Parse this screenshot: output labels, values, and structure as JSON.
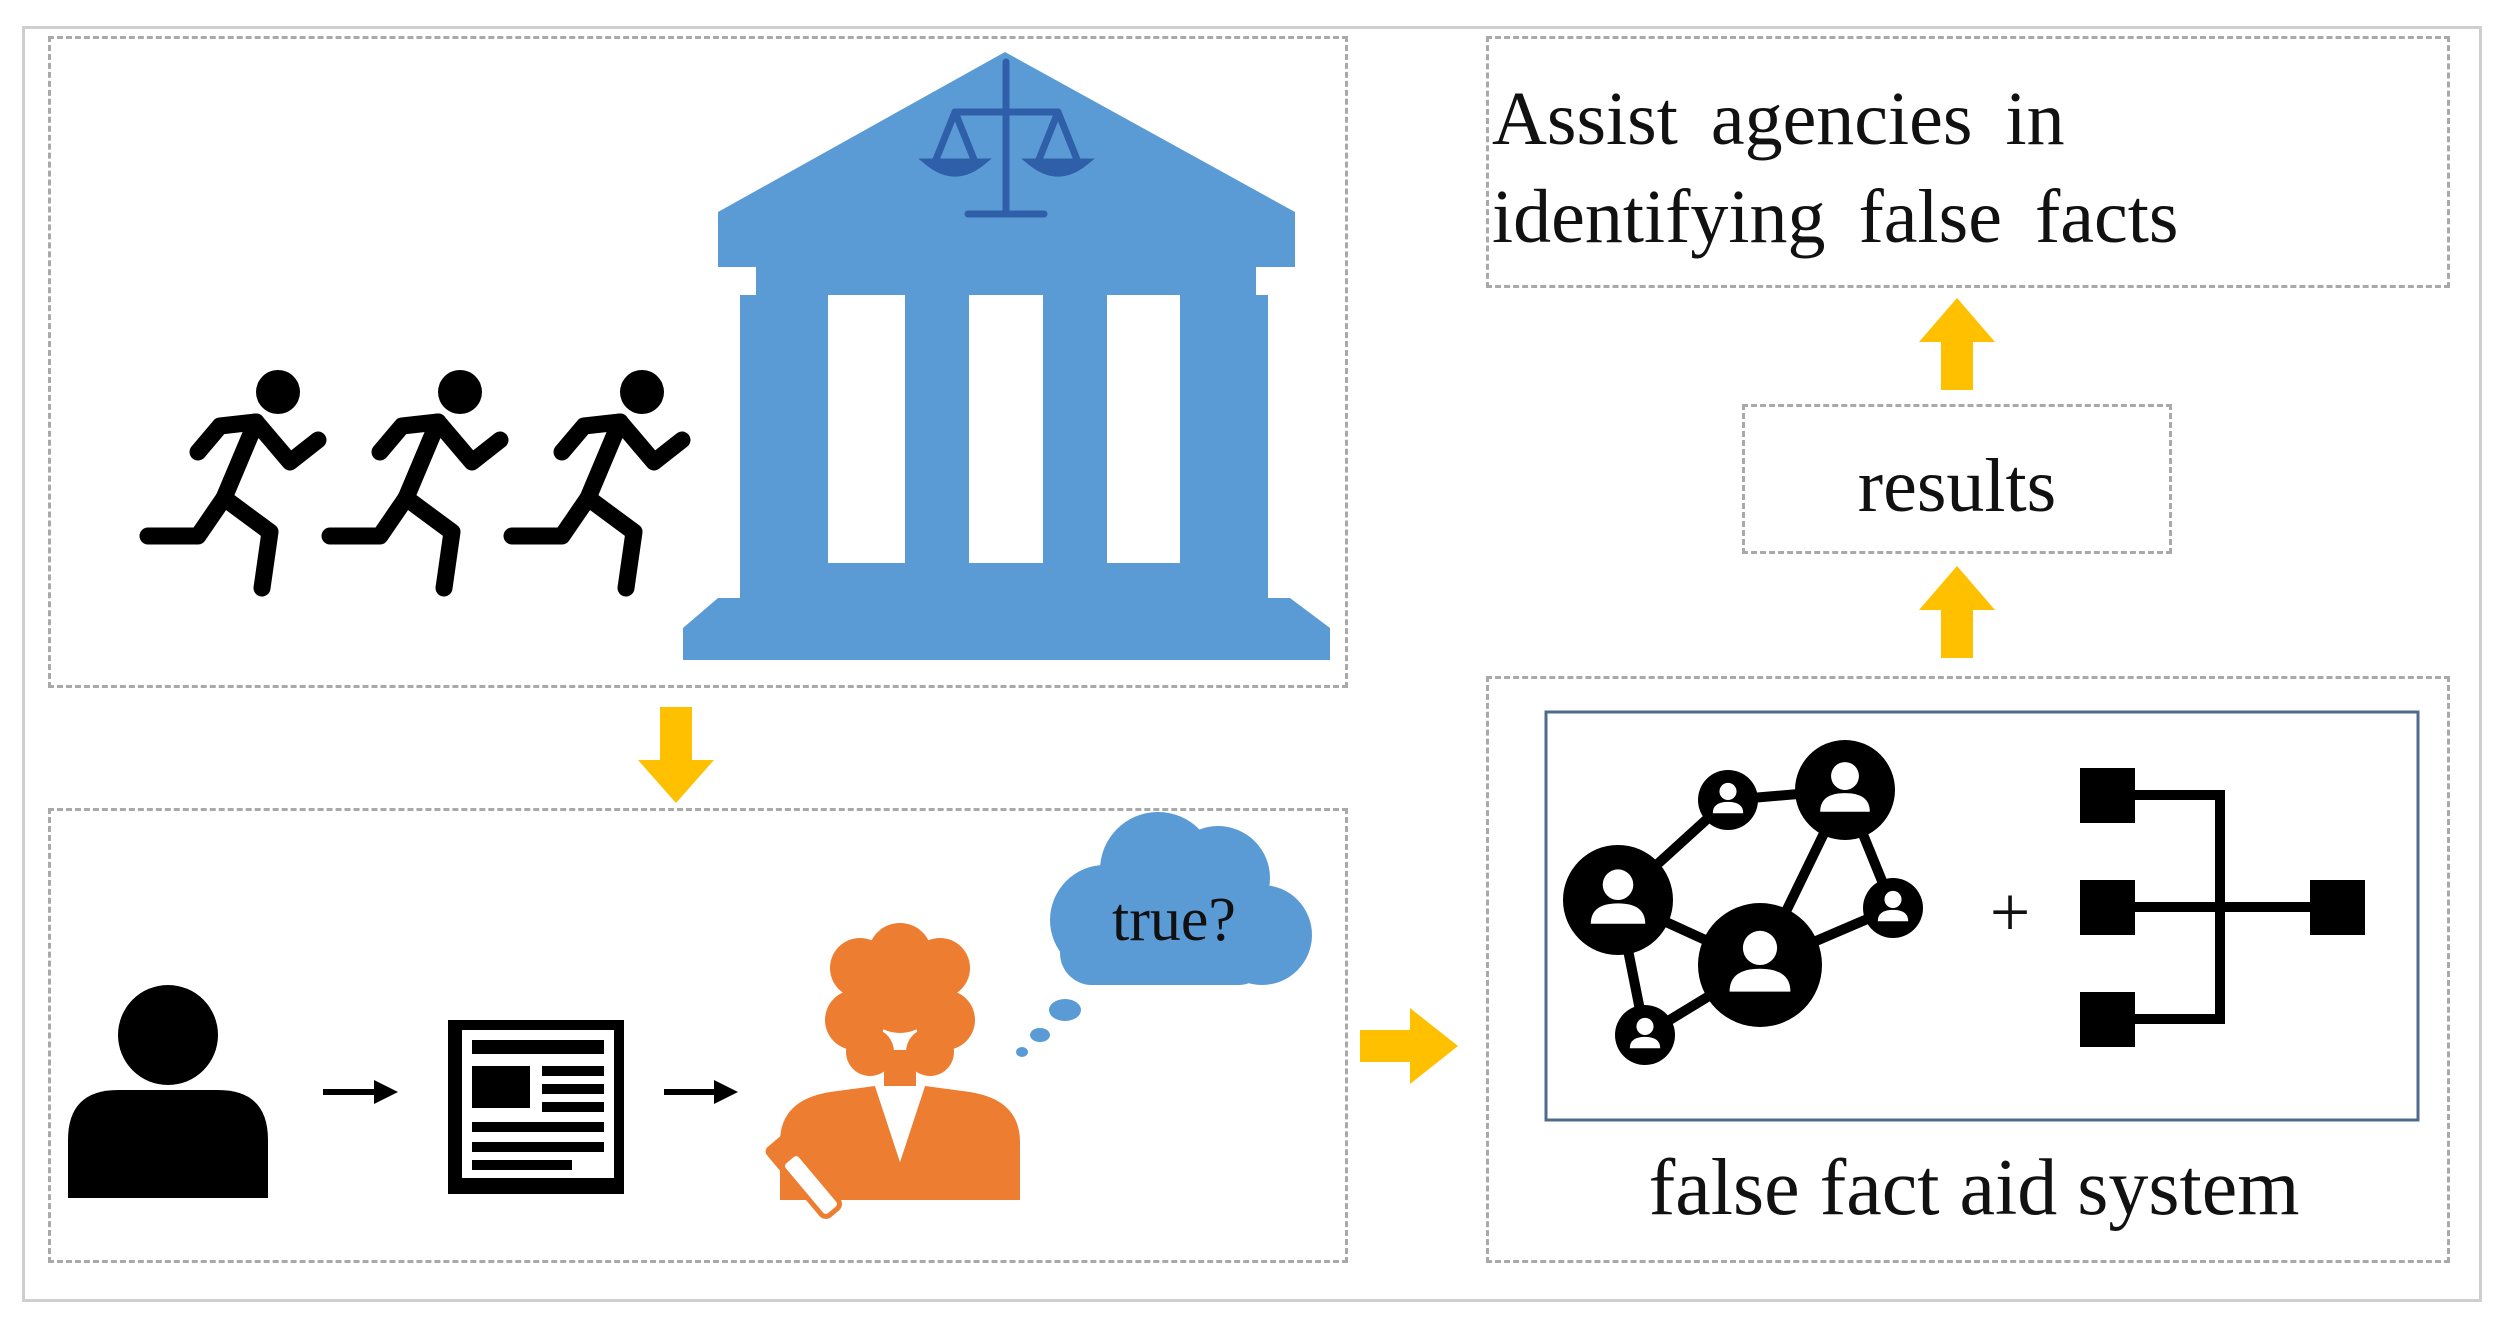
{
  "goal_box": {
    "line1": "Assist agencies in",
    "line2": "identifying false facts"
  },
  "results_box": {
    "label": "results"
  },
  "thought_bubble": {
    "label": "true?"
  },
  "system_box": {
    "label": "false fact aid system",
    "operator": "+"
  },
  "colors": {
    "court_blue": "#5b9bd5",
    "cloud_blue": "#5b9bd5",
    "judge_orange": "#ed7d31",
    "arrow_yellow": "#ffc000",
    "dashed_border": "#a9a9a9",
    "icon_black": "#000000"
  },
  "icons": {
    "runners": "running-person-icon",
    "court": "courthouse-icon",
    "scales": "scales-of-justice-icon",
    "person": "person-icon",
    "news": "newspaper-icon",
    "judge": "judge-icon",
    "gavel": "gavel-icon",
    "cloud": "thought-cloud-icon",
    "network": "social-network-icon",
    "tree": "hierarchy-tree-icon"
  }
}
